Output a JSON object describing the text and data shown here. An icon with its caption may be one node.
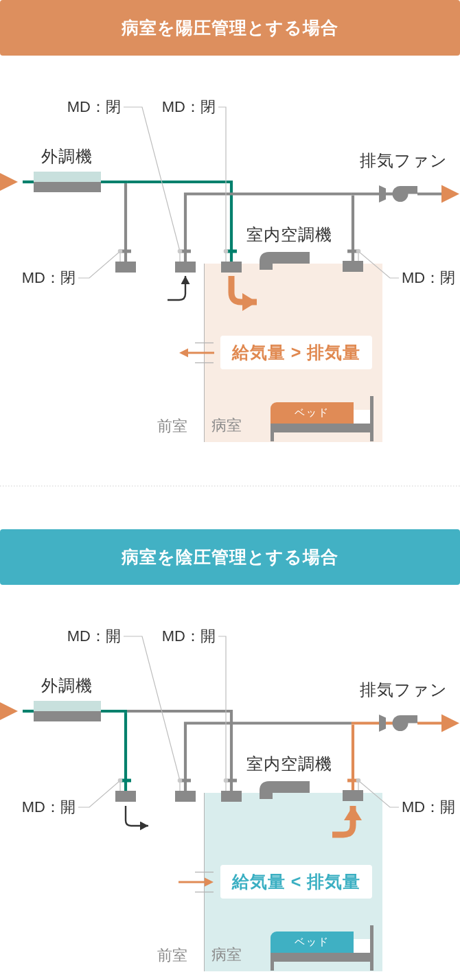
{
  "diagram": {
    "nodes": [
      {
        "text": [
          "病室を陽圧管理とする場合"
        ]
      },
      {
        "text": [
          "MD：閉"
        ]
      },
      {
        "text": [
          "MD：閉"
        ]
      },
      {
        "text": [
          "外調機"
        ]
      },
      {
        "text": [
          "排気ファン"
        ]
      },
      {
        "text": [
          "室内空調機"
        ]
      },
      {
        "text": [
          "MD：閉"
        ]
      },
      {
        "text": [],
        "shape": "box"
      },
      {
        "text": [],
        "shape": "box"
      },
      {
        "text": [],
        "shape": "box"
      },
      {
        "text": [],
        "shape": "box"
      },
      {
        "text": [
          "MD：閉"
        ]
      },
      {
        "text": [
          "病室"
        ]
      },
      {
        "text": [
          "給気量 > 排気量"
        ],
        "in": 12
      },
      {
        "text": [
          "ベッド"
        ],
        "in": 12
      },
      {
        "text": [
          "病室を陰圧管理とする場合"
        ]
      },
      {
        "text": [
          "MD：開"
        ]
      },
      {
        "text": [
          "MD：開"
        ]
      },
      {
        "text": [
          "外調機"
        ]
      },
      {
        "text": [
          "排気ファン"
        ]
      },
      {
        "text": [
          "室内空調機"
        ]
      },
      {
        "text": [
          "MD：開"
        ]
      },
      {
        "text": [],
        "shape": "box"
      },
      {
        "text": [],
        "shape": "box"
      },
      {
        "text": [],
        "shape": "box"
      },
      {
        "text": [],
        "shape": "box"
      },
      {
        "text": [
          "MD：開"
        ]
      },
      {
        "text": [
          "病室"
        ]
      },
      {
        "text": [
          "給気量 < 排気量"
        ],
        "in": 27
      },
      {
        "text": [
          "ベッド"
        ],
        "in": 27
      }
    ],
    "edges": [
      {
        "from": null,
        "to": 3,
        "arrow": "to",
        "color": "#00806c"
      },
      {
        "from": 3,
        "to": 7,
        "arrow": "none",
        "color": "#898989"
      },
      {
        "from": 3,
        "to": 9,
        "arrow": "none",
        "color": "#00806c"
      },
      {
        "from": 8,
        "to": 4,
        "arrow": "none",
        "color": "#898989"
      },
      {
        "from": 10,
        "to": 4,
        "arrow": "none",
        "color": "#898989"
      },
      {
        "from": 4,
        "to": null,
        "arrow": "to",
        "color": "#898989"
      },
      {
        "from": null,
        "to": 8,
        "arrow": "to",
        "color": "#333333"
      },
      {
        "from": 9,
        "to": null,
        "arrow": "to",
        "style": "thick",
        "color": "#e08b56"
      },
      {
        "from": 1,
        "to": 8,
        "arrow": "none"
      },
      {
        "from": 2,
        "to": 9,
        "arrow": "none"
      },
      {
        "from": 6,
        "to": 7,
        "arrow": "none"
      },
      {
        "from": 11,
        "to": 10,
        "arrow": "none"
      },
      {
        "from": null,
        "to": 18,
        "arrow": "to",
        "color": "#00806c"
      },
      {
        "from": 18,
        "to": 22,
        "arrow": "none",
        "color": "#00806c"
      },
      {
        "from": 18,
        "to": 24,
        "arrow": "none",
        "color": "#898989"
      },
      {
        "from": 23,
        "to": 19,
        "arrow": "none",
        "color": "#898989"
      },
      {
        "from": 25,
        "to": 19,
        "arrow": "none",
        "color": "#e08b56"
      },
      {
        "from": 19,
        "to": null,
        "arrow": "to",
        "color": "#e08b56"
      },
      {
        "from": 22,
        "to": null,
        "arrow": "to",
        "color": "#333333"
      },
      {
        "from": null,
        "to": 25,
        "arrow": "to",
        "style": "thick",
        "color": "#e08b56"
      },
      {
        "from": 16,
        "to": 23,
        "arrow": "none"
      },
      {
        "from": 17,
        "to": 24,
        "arrow": "none"
      },
      {
        "from": 21,
        "to": 22,
        "arrow": "none"
      },
      {
        "from": 26,
        "to": 25,
        "arrow": "none"
      }
    ],
    "labels": [
      "前室",
      "前室"
    ]
  }
}
